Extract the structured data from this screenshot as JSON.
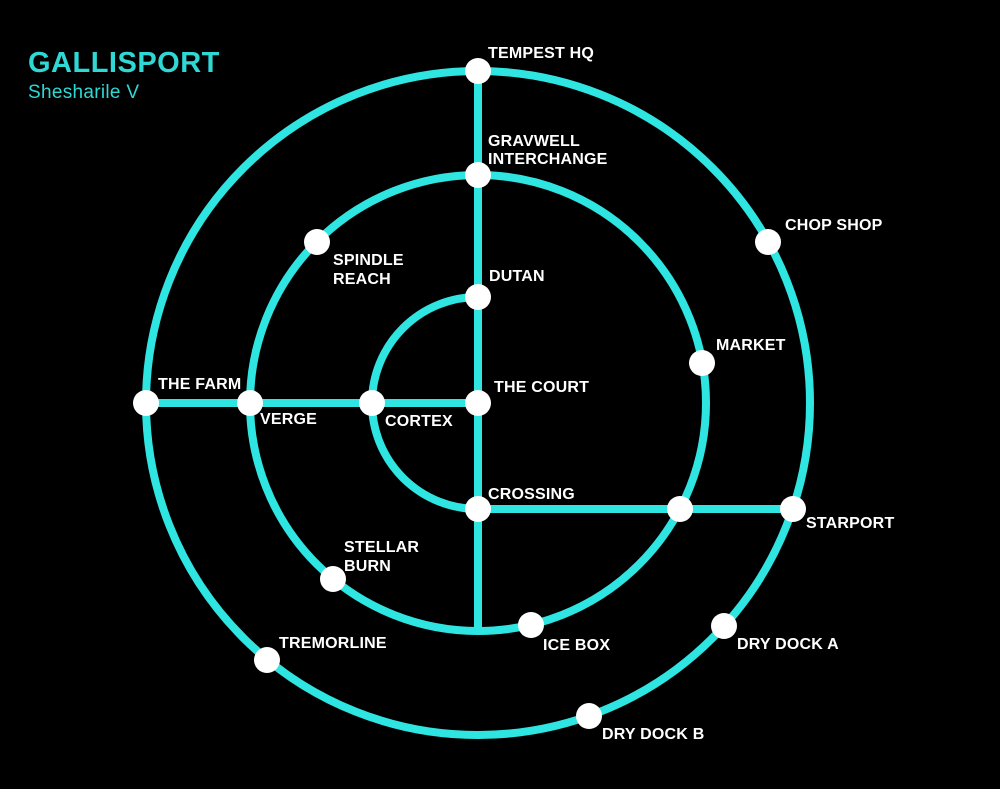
{
  "header": {
    "title": "GALLISPORT",
    "subtitle": "Shesharile V"
  },
  "colors": {
    "background": "#000000",
    "line": "#2EE5E2",
    "title_text": "#2FD8D4",
    "station_fill": "#FFFFFF",
    "label_text": "#FFFFFF"
  },
  "map": {
    "rings": [
      {
        "id": "outer-ring"
      },
      {
        "id": "middle-ring"
      },
      {
        "id": "inner-arc"
      }
    ],
    "stations": [
      {
        "id": "tempest-hq",
        "ring": "outer",
        "label_lines": [
          "TEMPEST HQ"
        ]
      },
      {
        "id": "gravwell-interchange",
        "ring": "middle",
        "label_lines": [
          "GRAVWELL",
          "INTERCHANGE"
        ]
      },
      {
        "id": "chop-shop",
        "ring": "outer",
        "label_lines": [
          "CHOP SHOP"
        ]
      },
      {
        "id": "spindle-reach",
        "ring": "middle",
        "label_lines": [
          "SPINDLE",
          "REACH"
        ]
      },
      {
        "id": "dutan",
        "ring": "inner",
        "label_lines": [
          "DUTAN"
        ]
      },
      {
        "id": "market",
        "ring": "middle",
        "label_lines": [
          "MARKET"
        ]
      },
      {
        "id": "the-farm",
        "ring": "outer",
        "label_lines": [
          "THE FARM"
        ]
      },
      {
        "id": "verge",
        "ring": "middle",
        "label_lines": [
          "VERGE"
        ]
      },
      {
        "id": "cortex",
        "ring": "inner",
        "label_lines": [
          "CORTEX"
        ]
      },
      {
        "id": "the-court",
        "ring": "center",
        "label_lines": [
          "THE COURT"
        ]
      },
      {
        "id": "crossing",
        "ring": "inner",
        "label_lines": [
          "CROSSING"
        ]
      },
      {
        "id": "starport",
        "ring": "outer",
        "label_lines": [
          "STARPORT"
        ]
      },
      {
        "id": "ring-line-interchange",
        "ring": "middle",
        "label_lines": []
      },
      {
        "id": "stellar-burn",
        "ring": "middle",
        "label_lines": [
          "STELLAR",
          "BURN"
        ]
      },
      {
        "id": "ice-box",
        "ring": "middle",
        "label_lines": [
          "ICE BOX"
        ]
      },
      {
        "id": "tremorline",
        "ring": "outer",
        "label_lines": [
          "TREMORLINE"
        ]
      },
      {
        "id": "dry-dock-a",
        "ring": "outer",
        "label_lines": [
          "DRY DOCK A"
        ]
      },
      {
        "id": "dry-dock-b",
        "ring": "outer",
        "label_lines": [
          "DRY DOCK B"
        ]
      }
    ]
  }
}
